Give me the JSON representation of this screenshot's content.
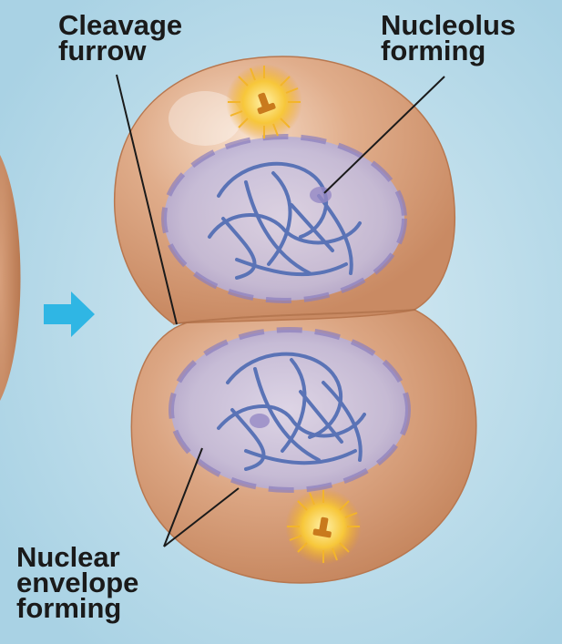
{
  "labels": {
    "cleavage_furrow": "Cleavage\nfurrow",
    "nucleolus_forming": "Nucleolus\nforming",
    "nuclear_envelope_forming": "Nuclear\nenvelope\nforming"
  },
  "colors": {
    "background": "#bcdcea",
    "cell_body": "#d9a27f",
    "nucleus_fill": "#c6c2de",
    "chromatin": "#5a73b6",
    "centrosome": "#f6c233",
    "arrow": "#2fb6e4",
    "leader_line": "#1a1a1a"
  },
  "icons": {
    "process_arrow": "arrow-right-icon",
    "centrosome": "sunburst-icon"
  }
}
